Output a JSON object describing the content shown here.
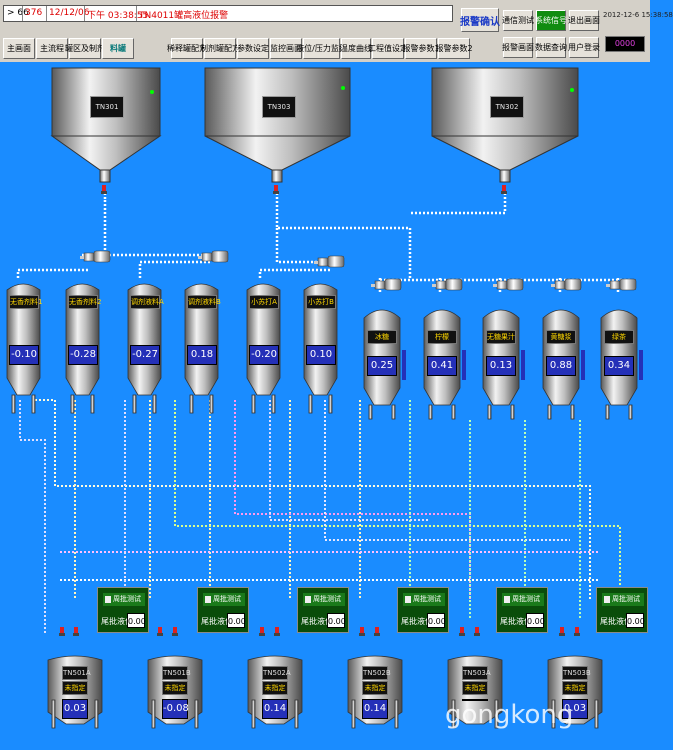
{
  "alarm": {
    "indicator": "> 66",
    "count": "376",
    "date": "12/12/06",
    "time": "下午 03:38:55",
    "message": "TN4011罐高液位报警"
  },
  "header": {
    "clock": "2012-12-6 15:38:58",
    "counter": "0000"
  },
  "right_buttons": {
    "alarm_ack": "报警确认",
    "comm_test": "通信测试",
    "sys_signal": "系统信号",
    "exit_screen": "退出画面",
    "alarm_screen": "报警画面",
    "data_query": "数据查询",
    "user_login": "用户登录"
  },
  "nav": [
    "主画面",
    "主流程",
    "罐区及制剂",
    "料罐",
    "稀释罐配方",
    "制剂罐配方",
    "参数设定",
    "监控画面",
    "液位/压力监控",
    "温度曲线",
    "工程值设定",
    "报警参数1",
    "报警参数2"
  ],
  "top_tanks": [
    "TN301",
    "TN303",
    "TN302"
  ],
  "mid_tanks": [
    {
      "name": "无香剂料1",
      "value": "-0.10"
    },
    {
      "name": "无香剂料2",
      "value": "-0.28"
    },
    {
      "name": "调剂液料A",
      "value": "-0.27"
    },
    {
      "name": "调剂液料B",
      "value": "0.18"
    },
    {
      "name": "小苏打A",
      "value": "-0.20"
    },
    {
      "name": "小苏打B",
      "value": "0.10"
    },
    {
      "name": "冰糖",
      "value": "0.25"
    },
    {
      "name": "柠檬",
      "value": "0.41"
    },
    {
      "name": "无糖果汁",
      "value": "0.13"
    },
    {
      "name": "黄糖浆",
      "value": "0.88"
    },
    {
      "name": "绿茶",
      "value": "0.34"
    }
  ],
  "controls": [
    {
      "title": "周批测试",
      "label": "尾批液位",
      "value": "0.00"
    },
    {
      "title": "周批测试",
      "label": "尾批液位",
      "value": "0.00"
    },
    {
      "title": "周批测试",
      "label": "尾批液位",
      "value": "0.00"
    },
    {
      "title": "周批测试",
      "label": "尾批液位",
      "value": "0.00"
    },
    {
      "title": "周批测试",
      "label": "尾批液位",
      "value": "0.00"
    },
    {
      "title": "周批测试",
      "label": "尾批液位",
      "value": "0.00"
    }
  ],
  "bottom_tanks": [
    {
      "name": "TN501A",
      "status": "未指定",
      "value": "0.03"
    },
    {
      "name": "TN501B",
      "status": "未指定",
      "value": "-0.08"
    },
    {
      "name": "TN502A",
      "status": "未指定",
      "value": "0.14"
    },
    {
      "name": "TN502B",
      "status": "未指定",
      "value": "0.14"
    },
    {
      "name": "TN503A",
      "status": "未指定",
      "value": ""
    },
    {
      "name": "TN503B",
      "status": "未指定",
      "value": "0.03"
    }
  ],
  "watermark": "gongkong",
  "colors": {
    "background": "#1a8cff",
    "value_box": "#2430b8",
    "control_panel": "#0a4d0a",
    "alarm_text": "#dd0000"
  }
}
